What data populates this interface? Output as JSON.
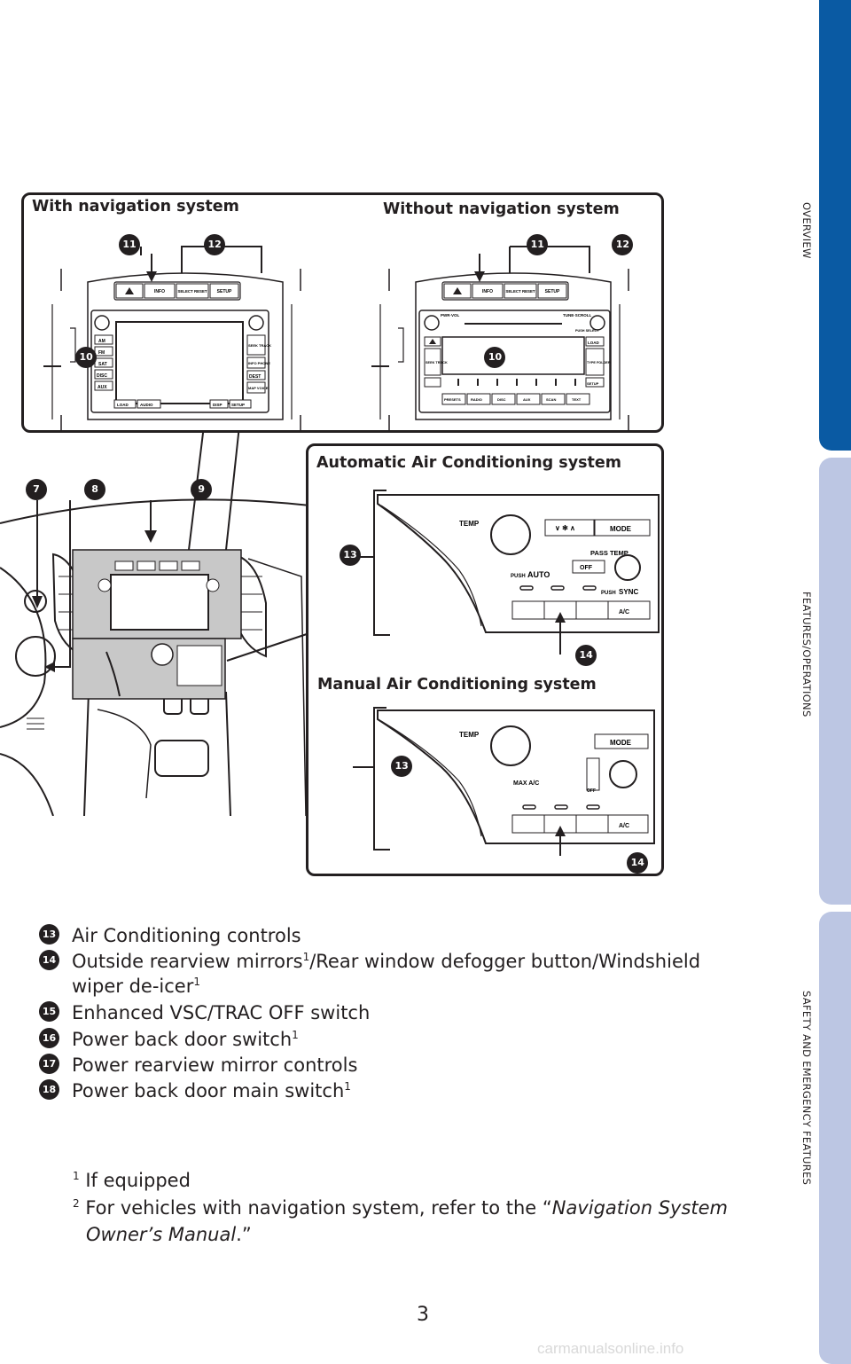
{
  "side_tabs": [
    {
      "label": "OVERVIEW",
      "color": "#0a5aa3"
    },
    {
      "label": "FEATURES/OPERATIONS",
      "color": "#bcc6e3"
    },
    {
      "label": "SAFETY AND EMERGENCY FEATURES",
      "color": "#bcc6e3"
    }
  ],
  "figure": {
    "nav_heading": "With navigation system",
    "no_nav_heading": "Without navigation system",
    "auto_ac_heading": "Automatic Air Conditioning system",
    "manual_ac_heading": "Manual Air Conditioning system",
    "callouts": {
      "c7": "7",
      "c8": "8",
      "c9": "9",
      "c10": "10",
      "c11": "11",
      "c12": "12",
      "c13": "13",
      "c14": "14"
    },
    "nav_unit": {
      "info": "INFO",
      "select_reset": "SELECT RESET",
      "setup": "SETUP",
      "left_buttons": [
        "AM",
        "FM",
        "SAT",
        "DISC",
        "AUX"
      ],
      "right_buttons": [
        "SEEK TRACK",
        "INFO PHONE",
        "DEST",
        "MAP VOICE"
      ],
      "bottom_buttons": [
        "LOAD",
        "AUDIO",
        "DISP",
        "SETUP"
      ]
    },
    "audio_unit": {
      "pwr_vol": "PWR·VOL",
      "tune_scroll": "TUNE·SCROLL",
      "push_select": "PUSH SELECT",
      "load": "LOAD",
      "seek_track": "SEEK TRACK",
      "type_folder": "TYPE FOLDER",
      "setup": "SETUP",
      "bottom_buttons": [
        "PRESETS",
        "RADIO",
        "DISC",
        "AUX",
        "SCAN",
        "TEXT"
      ]
    },
    "auto_ac": {
      "temp": "TEMP",
      "mode": "MODE",
      "pass_temp": "PASS TEMP",
      "push": "PUSH",
      "auto": "AUTO",
      "off": "OFF",
      "sync": "SYNC",
      "ac": "A/C"
    },
    "manual_ac": {
      "temp": "TEMP",
      "mode": "MODE",
      "max_ac": "MAX A/C",
      "off": "OFF",
      "ac": "A/C"
    }
  },
  "legend": [
    {
      "num": "13",
      "text": "Air Conditioning controls",
      "sup": ""
    },
    {
      "num": "14",
      "text": "Outside rearview mirrors",
      "sup": "1",
      "text2": "/Rear window defogger button/Windshield",
      "line2": "wiper de-icer",
      "sup2": "1"
    },
    {
      "num": "15",
      "text": "Enhanced VSC/TRAC OFF switch",
      "sup": ""
    },
    {
      "num": "16",
      "text": "Power back door switch",
      "sup": "1"
    },
    {
      "num": "17",
      "text": "Power rearview mirror controls",
      "sup": ""
    },
    {
      "num": "18",
      "text": "Power back door main switch",
      "sup": "1"
    }
  ],
  "footnotes": {
    "f1_sup": "1",
    "f1_text": "If equipped",
    "f2_sup": "2",
    "f2_text": "For vehicles with navigation system, refer to the “",
    "f2_italic": "Navigation System",
    "f2_line2_italic": "Owner’s Manual",
    "f2_line2_end": ".”"
  },
  "page_number": "3",
  "watermark": "carmanualsonline.info"
}
